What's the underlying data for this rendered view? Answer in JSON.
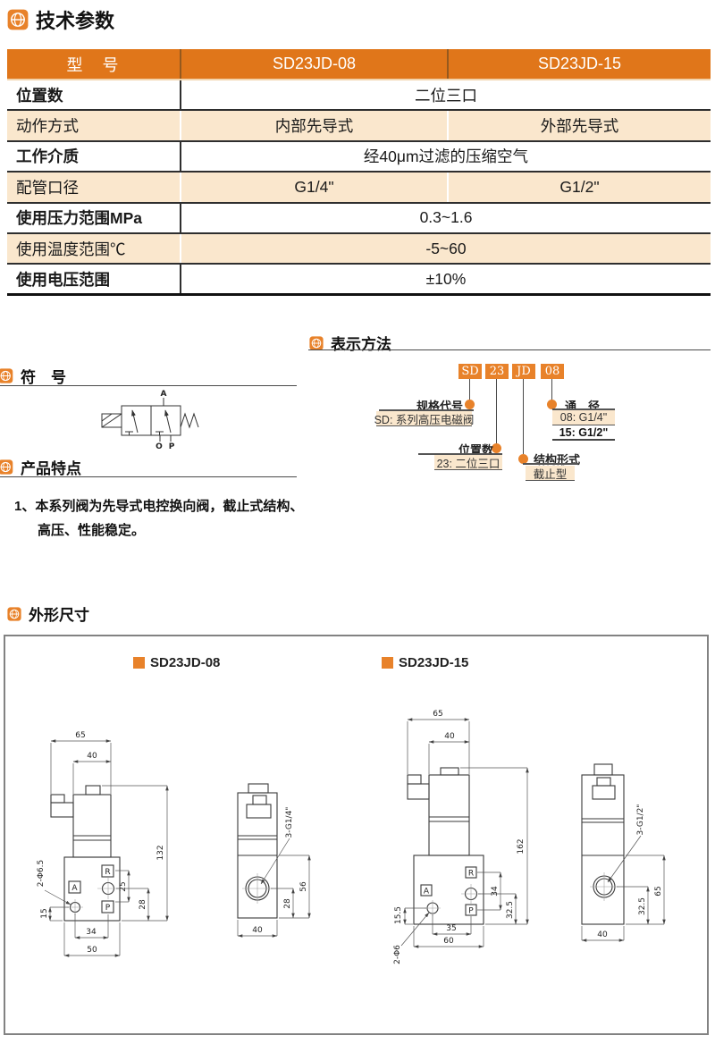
{
  "page": {
    "title": "技术参数"
  },
  "table": {
    "header": [
      "型　号",
      "SD23JD-08",
      "SD23JD-15"
    ],
    "rows": [
      {
        "label": "位置数",
        "value": "二位三口"
      },
      {
        "label": "动作方式",
        "values": [
          "内部先导式",
          "外部先导式"
        ]
      },
      {
        "label": "工作介质",
        "value": "经40μm过滤的压缩空气"
      },
      {
        "label": "配管口径",
        "values": [
          "G1/4\"",
          "G1/2\""
        ]
      },
      {
        "label": "使用压力范围MPa",
        "value": "0.3~1.6"
      },
      {
        "label": "使用温度范围℃",
        "value": "-5~60"
      },
      {
        "label": "使用电压范围",
        "value": "±10%"
      }
    ]
  },
  "sections": {
    "notation_title": "表示方法",
    "symbol_title": "符　号",
    "features_title": "产品特点",
    "dimensions_title": "外形尺寸"
  },
  "notation": {
    "codes": [
      "SD",
      "23",
      "JD",
      "08"
    ],
    "spec": {
      "label": "规格代号",
      "desc": "SD: 系列高压电磁阀"
    },
    "positions": {
      "label": "位置数",
      "desc": "23: 二位三口"
    },
    "structure": {
      "label": "结构形式",
      "desc": "截止型"
    },
    "bore": {
      "label": "通　径",
      "desc1": "08: G1/4\"",
      "desc2": "15: G1/2\""
    }
  },
  "symbol": {
    "a": "A",
    "o": "O",
    "p": "P"
  },
  "features": {
    "line1": "1、本系列阀为先导式电控换向阀，截止式结构、",
    "line2": "高压、性能稳定。"
  },
  "dimensions": {
    "model1": "SD23JD-08",
    "model2": "SD23JD-15"
  },
  "drawings": {
    "front08": {
      "d65": "65",
      "d40": "40",
      "d132": "132",
      "d25": "25",
      "d28": "28",
      "d15": "15",
      "d34": "34",
      "d50": "50",
      "hole": "2-Φ6.5",
      "port_r": "R",
      "port_a": "A",
      "port_p": "P"
    },
    "side08": {
      "thread": "3-G1/4\"",
      "d56": "56",
      "d28": "28",
      "d40": "40"
    },
    "front15": {
      "d65": "65",
      "d40": "40",
      "d162": "162",
      "d34": "34",
      "d325": "32.5",
      "d155": "15.5",
      "d35": "35",
      "d60": "60",
      "hole": "2-Φ6",
      "port_r": "R",
      "port_a": "A",
      "port_p": "P"
    },
    "side15": {
      "thread": "3-G1/2\"",
      "d65": "65",
      "d325": "32.5",
      "d40": "40"
    }
  },
  "colors": {
    "accent": "#E0761A",
    "accent_light": "#FAE7CD",
    "box_orange": "#E8822A"
  }
}
